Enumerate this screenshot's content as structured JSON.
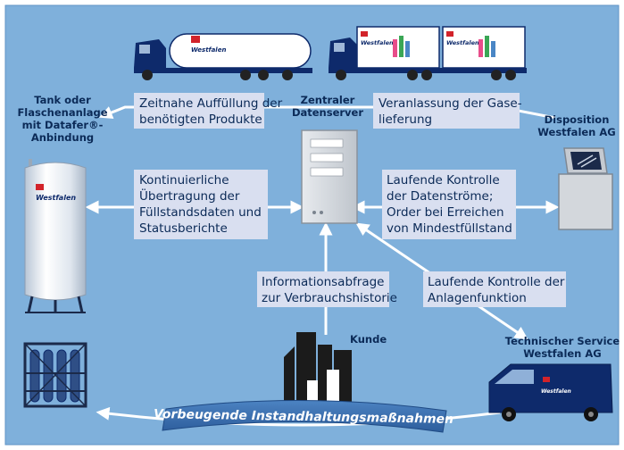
{
  "colors": {
    "background": "#7fb0db",
    "navy": "#0e2a6b",
    "text_box": "#d9dff0",
    "server": "#d3d7dc",
    "arrow": "#ffffff",
    "banner": "#3a6fb0",
    "brand_red": "#d2232a"
  },
  "brand": {
    "name": "Westfalen"
  },
  "nodes": {
    "tank_label": [
      "Tank oder",
      "Flaschenanlage",
      "mit Datafer®-",
      "Anbindung"
    ],
    "server_label": [
      "Zentraler",
      "Datenserver"
    ],
    "disposition_label": [
      "Disposition",
      "Westfalen AG"
    ],
    "customer_label": "Kunde",
    "service_label": [
      "Technischer Service",
      "Westfalen AG"
    ]
  },
  "flows": {
    "refill": [
      "Zeitnahe Auffüllung der",
      "benötigten Produkte"
    ],
    "trigger": [
      "Veranlassung der Gase-",
      "lieferung"
    ],
    "transmission": [
      "Kontinuierliche",
      "Übertragung der",
      "Füllstandsdaten und",
      "Statusberichte"
    ],
    "control": [
      "Laufende Kontrolle",
      "der Datenströme;",
      "Order bei Erreichen",
      "von Mindestfüllstand"
    ],
    "history": [
      "Informationsabfrage",
      "zur Verbrauchshistorie"
    ],
    "function": [
      "Laufende Kontrolle der",
      "Anlagenfunktion"
    ],
    "maintenance": "Vorbeugende Instandhaltungsmaßnahmen"
  },
  "icons": {
    "trucks": "delivery-trucks",
    "tank": "gas-tank",
    "bundle": "gas-cylinder-bundle",
    "server": "server",
    "computer": "computer-terminal",
    "customer": "factory-building",
    "van": "service-van"
  }
}
